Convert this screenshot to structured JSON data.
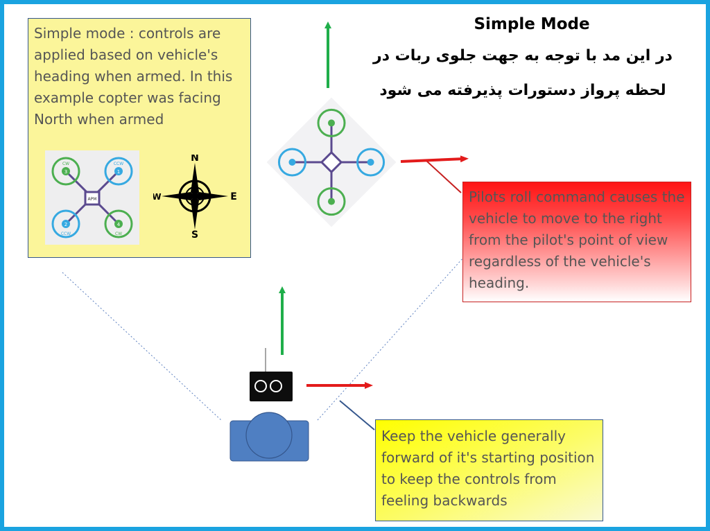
{
  "header": {
    "title": "Simple Mode",
    "persian_line_1": "در این مد با توجه به جهت جلوی ربات در",
    "persian_line_2": "لحظه پرواز دستورات پذیرفته می شود"
  },
  "simple_box": {
    "text": "Simple mode : controls are applied based on vehicle's heading when armed.  In this example copter was facing North when armed"
  },
  "roll_box": {
    "text": "Pilots roll command causes the vehicle to move to the right from the pilot's point of view regardless of the vehicle's heading."
  },
  "keep_box": {
    "text": "Keep the vehicle generally forward of it's starting position to keep the controls from feeling backwards"
  },
  "copter_diagram": {
    "center_label": "APM",
    "motors": [
      {
        "number": "3",
        "label": "CW"
      },
      {
        "number": "1",
        "label": "CCW"
      },
      {
        "number": "2",
        "label": "CCW"
      },
      {
        "number": "4",
        "label": "CW"
      }
    ]
  },
  "compass": {
    "north": "N",
    "south": "S",
    "east": "E",
    "west": "W"
  },
  "colors": {
    "frame": "#1aa3e0",
    "green_arrow": "#1fae4a",
    "red_arrow": "#e31b1b",
    "cw_ring": "#4caf50",
    "ccw_ring": "#36a9e1",
    "arm": "#5b4a8f",
    "pilot": "#4f7fc2"
  }
}
